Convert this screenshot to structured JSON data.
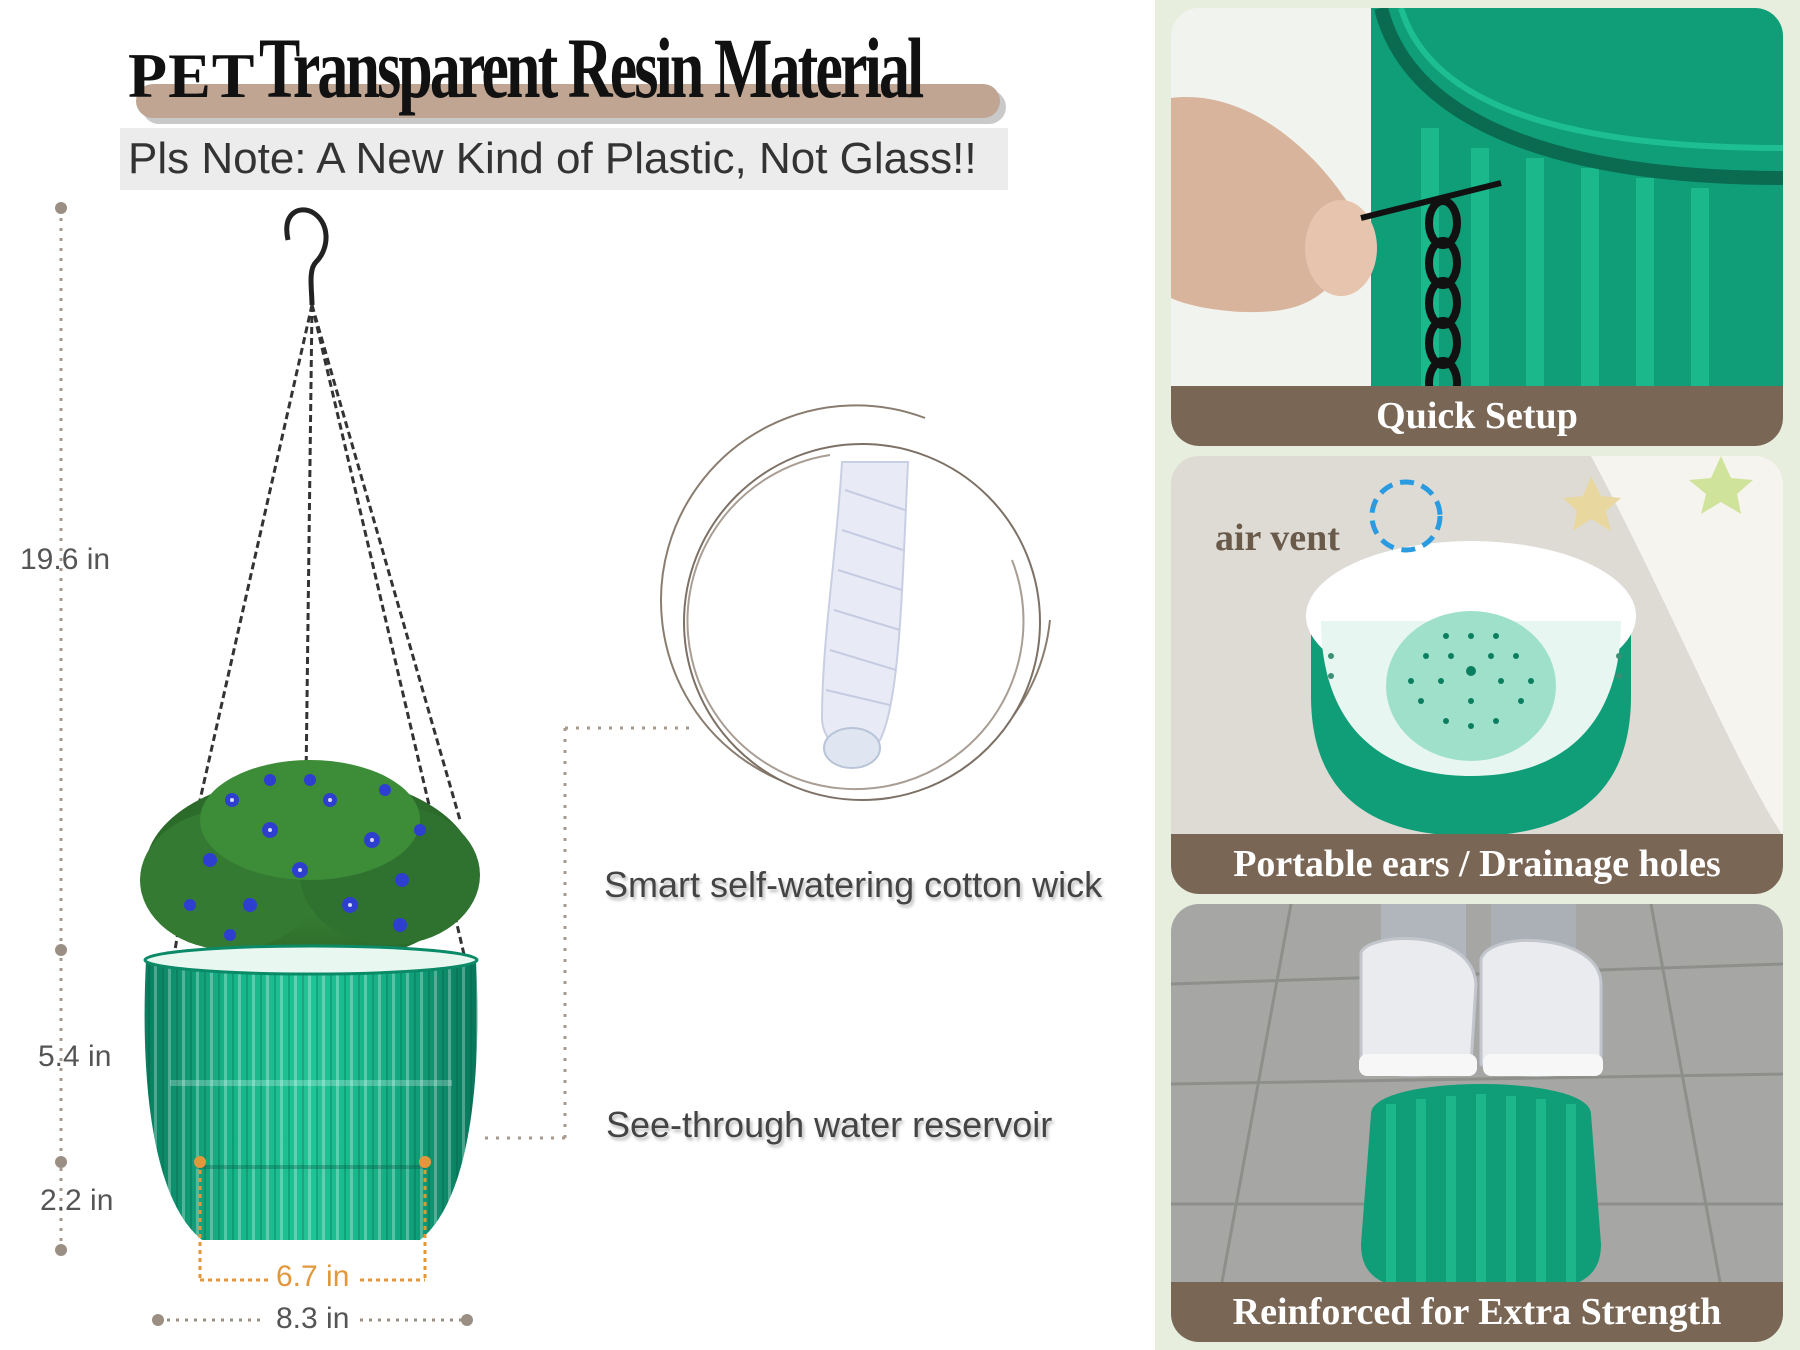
{
  "heading": {
    "pet": "PET",
    "rest": "Transparent Resin Material",
    "note": "Pls Note: A New Kind of Plastic, Not Glass!!"
  },
  "dimensions": {
    "total_height": "19.6 in",
    "pot_height": "5.4 in",
    "base_height": "2.2 in",
    "inner_width": "6.7 in",
    "outer_width": "8.3 in"
  },
  "callouts": {
    "wick": "Smart self-watering cotton wick",
    "reservoir": "See-through water reservoir"
  },
  "panels": [
    {
      "label": "Quick Setup"
    },
    {
      "label": "Portable ears / Drainage holes",
      "annotation": "air vent"
    },
    {
      "label": "Reinforced for Extra Strength"
    }
  ],
  "colors": {
    "pot_green": "#0f9e78",
    "accent_brown": "#7a6655",
    "title_band": "#bfa592",
    "dimension_orange": "#e2973a",
    "panel_background": "#e7eedd"
  }
}
